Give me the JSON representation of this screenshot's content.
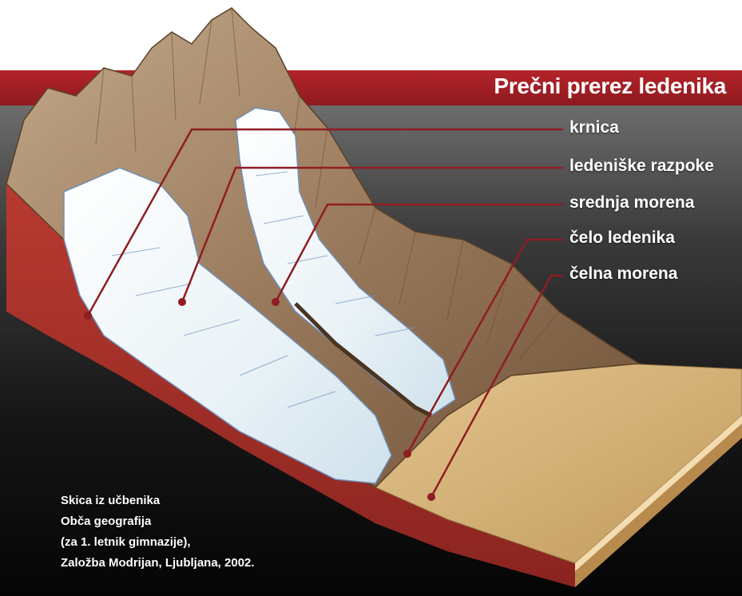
{
  "title": "Prečni prerez ledenika",
  "labels": [
    "krnica",
    "ledeniške razpoke",
    "srednja morena",
    "čelo ledenika",
    "čelna morena"
  ],
  "credit": {
    "line1": "Skica iz učbenika",
    "line2": "Obča geografija",
    "line3": "(za 1. letnik gimnazije),",
    "line4": "Založba Modrijan, Ljubljana, 2002."
  },
  "colors": {
    "banner": "#a01f25",
    "leader_line": "#8f1d22",
    "rock": "#9a7a5c",
    "ice": "#eef5fa",
    "earth_cut": "#a8342c",
    "valley_floor": "#d6b377"
  }
}
